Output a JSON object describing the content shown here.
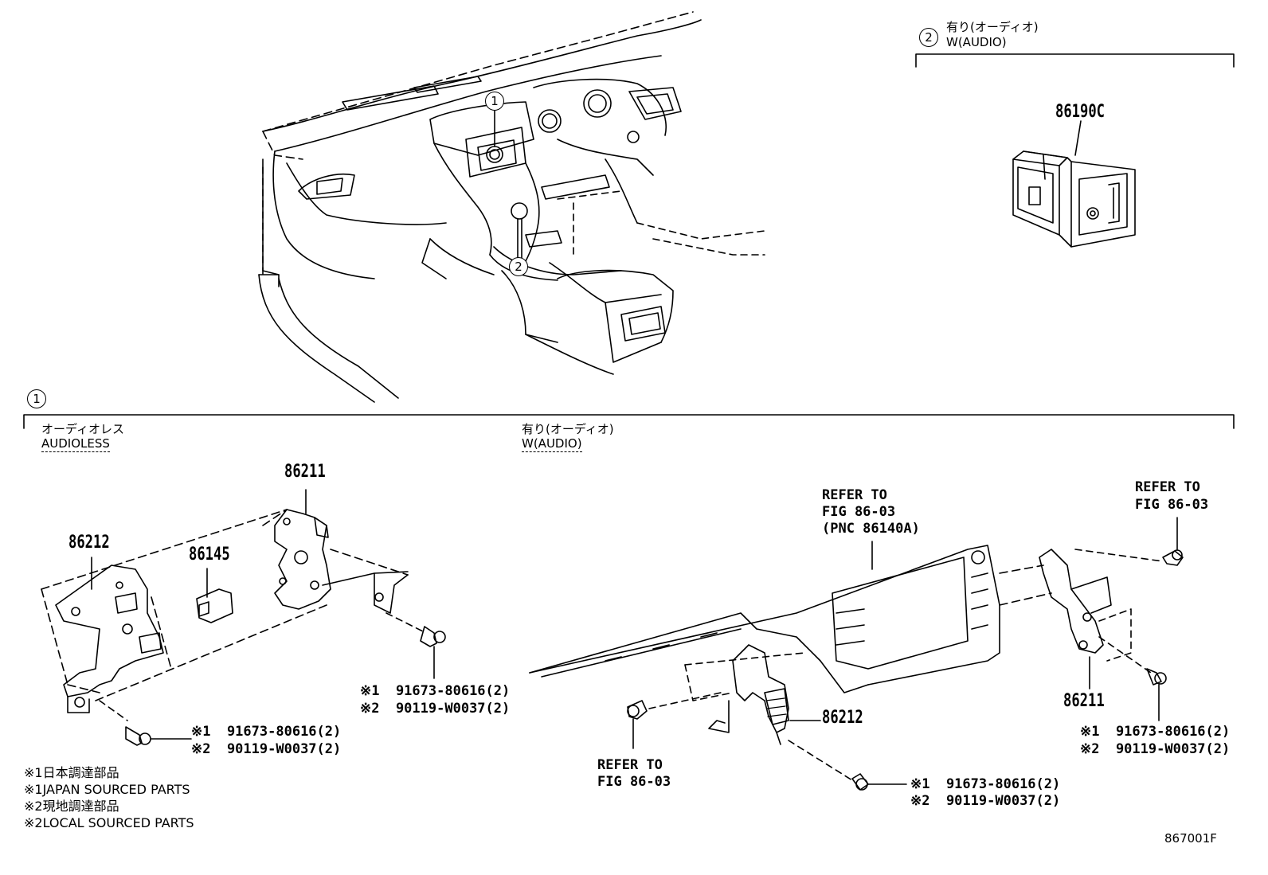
{
  "sections": {
    "audio_2": {
      "marker": "2",
      "title_jp": "有り(オーディオ)",
      "title_en": "W(AUDIO)",
      "part": "86190C"
    },
    "main": {
      "marker": "1",
      "audioless": {
        "title_jp": "オーディオレス",
        "title_en": "AUDIOLESS",
        "parts": [
          "86212",
          "86145",
          "86211"
        ],
        "fastener_left": [
          "※1  91673-80616(2)",
          "※2  90119-W0037(2)"
        ],
        "fastener_right": [
          "※1  91673-80616(2)",
          "※2  90119-W0037(2)"
        ]
      },
      "audio": {
        "title_jp": "有り(オーディオ)",
        "title_en": "W(AUDIO)",
        "refer_display": [
          "REFER TO",
          "FIG 86-03",
          "(PNC 86140A)"
        ],
        "refer_left": [
          "REFER TO",
          "FIG 86-03"
        ],
        "refer_right": [
          "REFER TO",
          "FIG 86-03"
        ],
        "part_bracket_center": "86212",
        "part_bracket_right": "86211",
        "fastener_center": [
          "※1  91673-80616(2)",
          "※2  90119-W0037(2)"
        ],
        "fastener_right": [
          "※1  91673-80616(2)",
          "※2  90119-W0037(2)"
        ]
      }
    }
  },
  "overview_callouts": [
    "1",
    "2"
  ],
  "notes": [
    "※1日本調達部品",
    "※1JAPAN SOURCED PARTS",
    "※2現地調達部品",
    "※2LOCAL SOURCED PARTS"
  ],
  "figure_id": "867001F"
}
